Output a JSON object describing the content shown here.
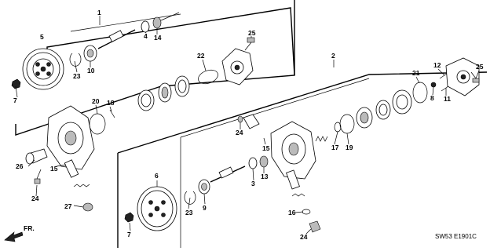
{
  "callouts": [
    {
      "id": "c1",
      "label": "1"
    },
    {
      "id": "c2",
      "label": "2"
    },
    {
      "id": "c3",
      "label": "3"
    },
    {
      "id": "c4",
      "label": "4"
    },
    {
      "id": "c5",
      "label": "5"
    },
    {
      "id": "c6",
      "label": "6"
    },
    {
      "id": "c7a",
      "label": "7"
    },
    {
      "id": "c7b",
      "label": "7"
    },
    {
      "id": "c8",
      "label": "8"
    },
    {
      "id": "c9",
      "label": "9"
    },
    {
      "id": "c10",
      "label": "10"
    },
    {
      "id": "c11",
      "label": "11"
    },
    {
      "id": "c12",
      "label": "12"
    },
    {
      "id": "c13",
      "label": "13"
    },
    {
      "id": "c14",
      "label": "14"
    },
    {
      "id": "c15a",
      "label": "15"
    },
    {
      "id": "c15b",
      "label": "15"
    },
    {
      "id": "c16",
      "label": "16"
    },
    {
      "id": "c17",
      "label": "17"
    },
    {
      "id": "c18",
      "label": "18"
    },
    {
      "id": "c19",
      "label": "19"
    },
    {
      "id": "c20",
      "label": "20"
    },
    {
      "id": "c21",
      "label": "21"
    },
    {
      "id": "c22",
      "label": "22"
    },
    {
      "id": "c23a",
      "label": "23"
    },
    {
      "id": "c23b",
      "label": "23"
    },
    {
      "id": "c24a",
      "label": "24"
    },
    {
      "id": "c24b",
      "label": "24"
    },
    {
      "id": "c24c",
      "label": "24"
    },
    {
      "id": "c25a",
      "label": "25"
    },
    {
      "id": "c25b",
      "label": "25"
    },
    {
      "id": "c26",
      "label": "26"
    },
    {
      "id": "c27",
      "label": "27"
    }
  ],
  "direction_label": "FR.",
  "reference_code": "SW53  E1901C"
}
